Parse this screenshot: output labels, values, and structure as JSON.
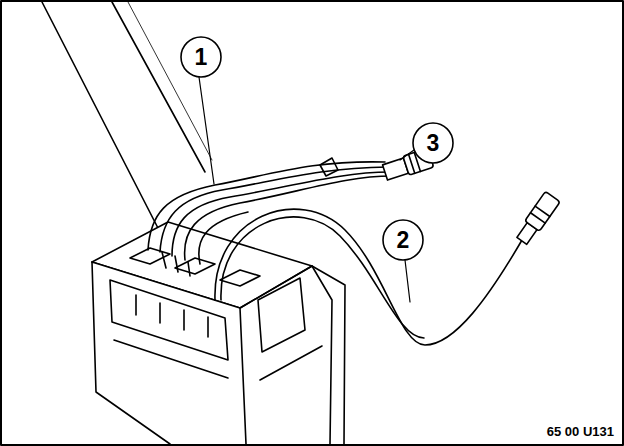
{
  "diagram": {
    "labels": [
      "1",
      "3",
      "2",
      "65 00 U131"
    ]
  }
}
